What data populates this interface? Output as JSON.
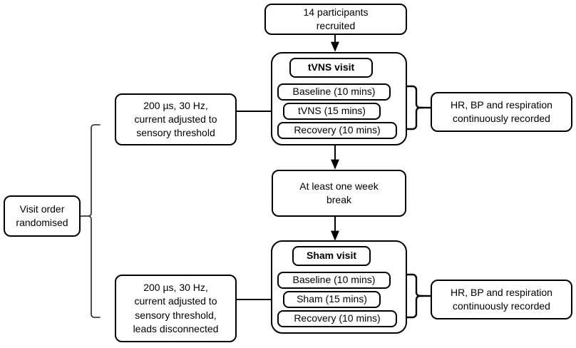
{
  "diagram": {
    "title": "tVNS study protocol flowchart",
    "stroke_color": "#000000",
    "background_color": "#ffffff",
    "nodes": {
      "recruitment": "14 participants\nrecruited",
      "tvns_visit_label": "tVNS visit",
      "tvns_baseline": "Baseline (10 mins)",
      "tvns_stimulation": "tVNS (15 mins)",
      "tvns_recovery": "Recovery (10 mins)",
      "tvns_parameters": "200 µs, 30 Hz,\ncurrent adjusted to\nsensory threshold",
      "tvns_recording": "HR, BP and respiration\ncontinuously recorded",
      "washout": "At least one week\nbreak",
      "sham_visit_label": "Sham visit",
      "sham_baseline": "Baseline (10 mins)",
      "sham_stimulation": "Sham (15 mins)",
      "sham_recovery": "Recovery (10 mins)",
      "sham_parameters": "200 µs, 30 Hz,\ncurrent adjusted to\nsensory threshold,\nleads disconnected",
      "sham_recording": "HR, BP and respiration\ncontinuously recorded",
      "randomisation": "Visit order\nrandomised"
    }
  }
}
